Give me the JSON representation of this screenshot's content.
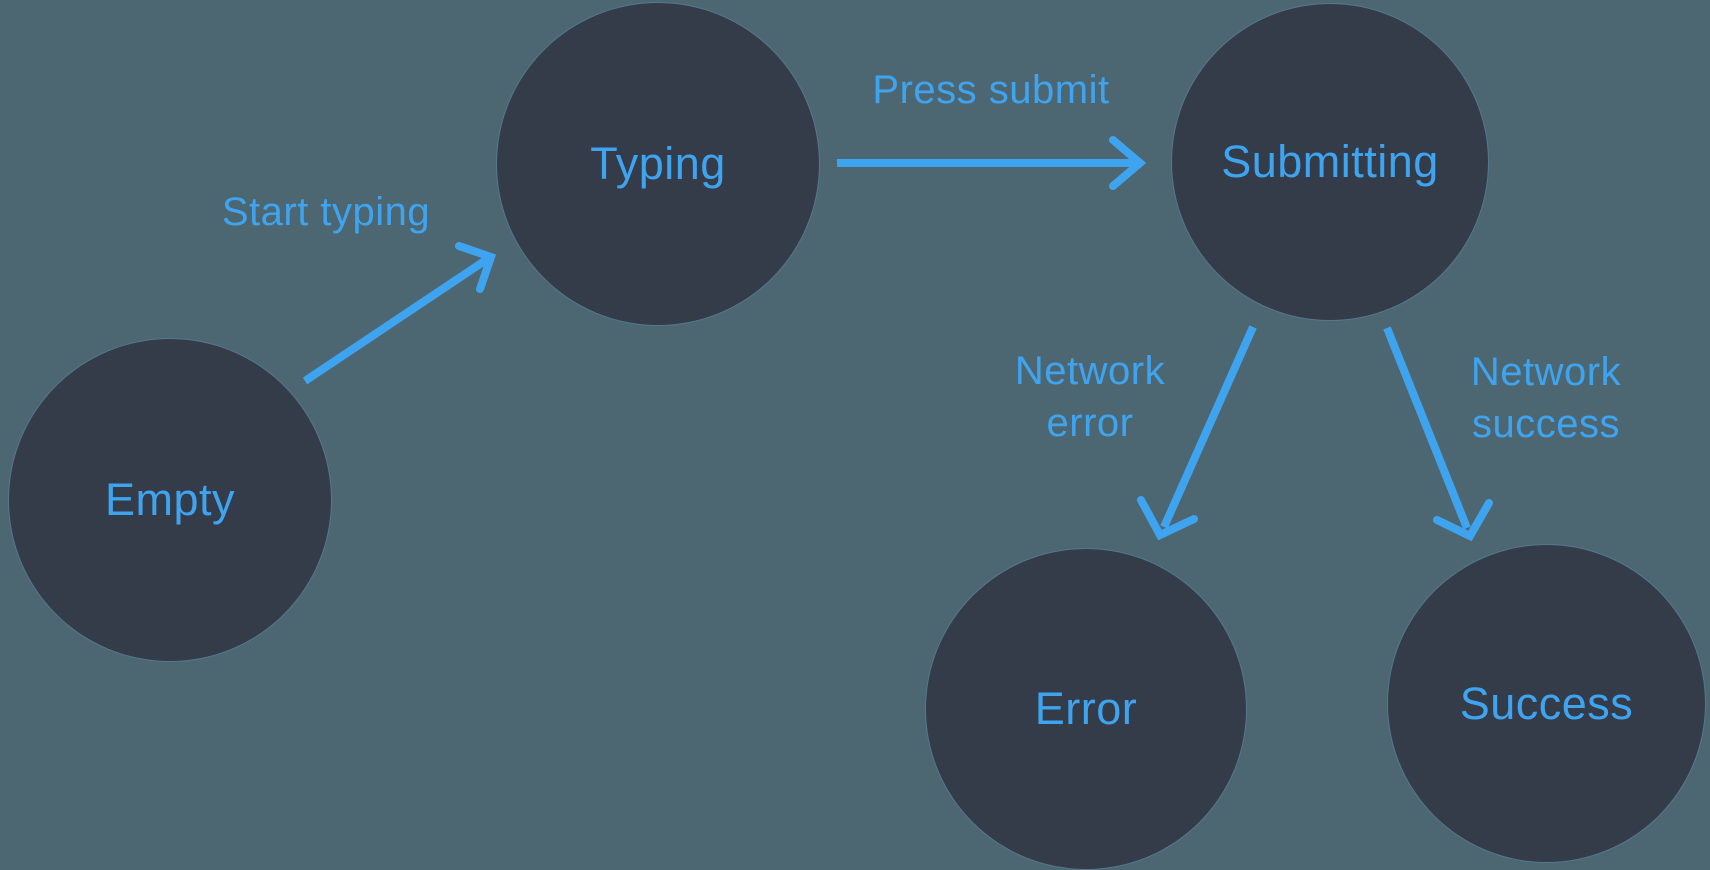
{
  "colors": {
    "background": "#4d6772",
    "node_fill": "#343c4a",
    "accent": "#3fa4f0"
  },
  "states": [
    {
      "id": "empty",
      "label": "Empty"
    },
    {
      "id": "typing",
      "label": "Typing"
    },
    {
      "id": "submitting",
      "label": "Submitting"
    },
    {
      "id": "error",
      "label": "Error"
    },
    {
      "id": "success",
      "label": "Success"
    }
  ],
  "transitions": [
    {
      "from": "empty",
      "to": "typing",
      "label": "Start typing"
    },
    {
      "from": "typing",
      "to": "submitting",
      "label": "Press submit"
    },
    {
      "from": "submitting",
      "to": "error",
      "label": "Network error"
    },
    {
      "from": "submitting",
      "to": "success",
      "label": "Network success"
    }
  ]
}
